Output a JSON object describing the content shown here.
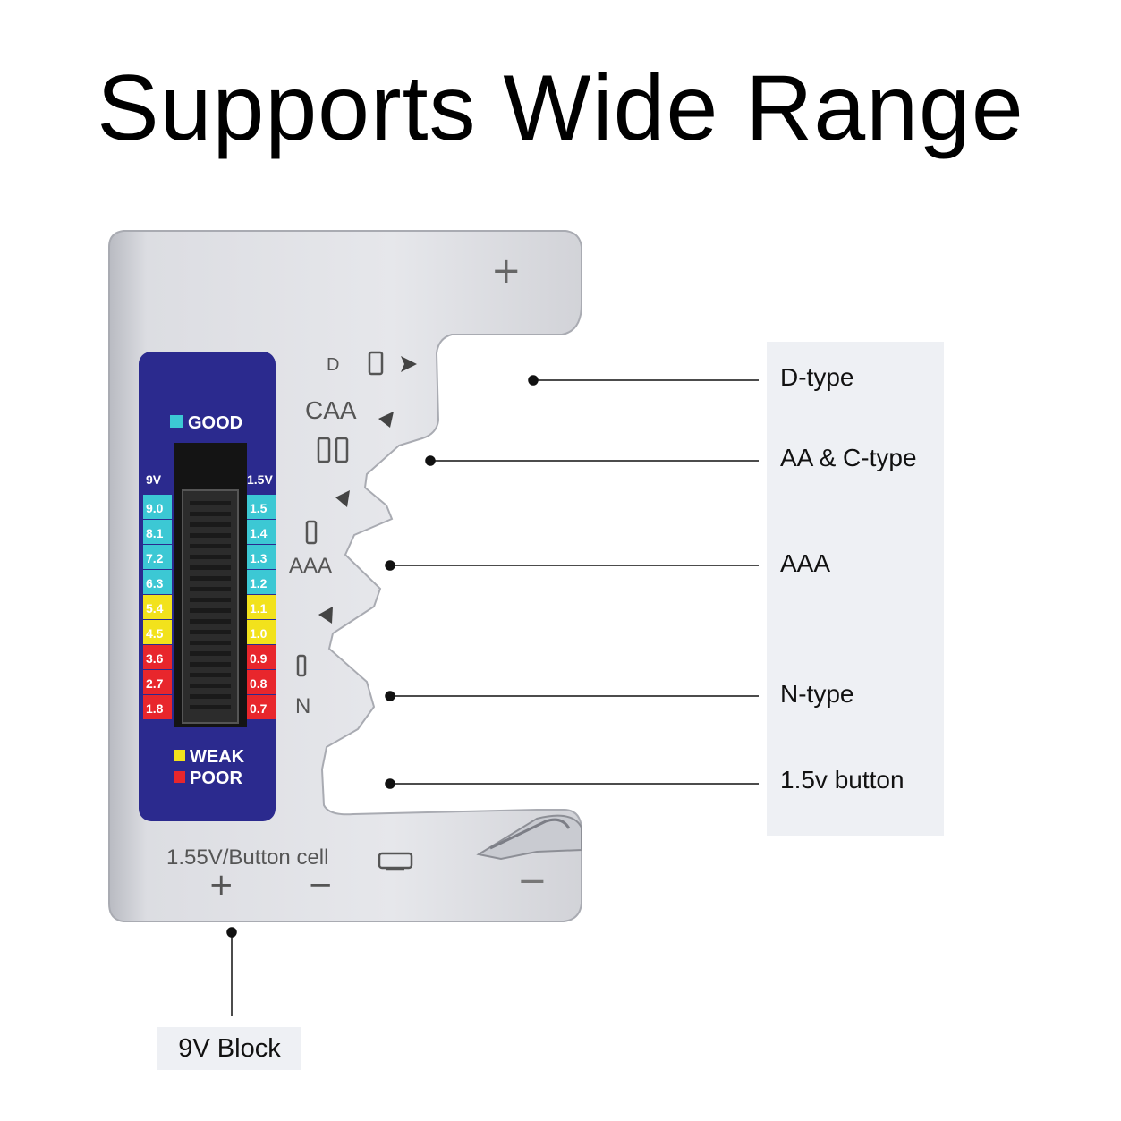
{
  "title": "Supports Wide Range",
  "callouts": {
    "d_type": "D-type",
    "aa_c_type": "AA & C-type",
    "aaa": "AAA",
    "n_type": "N-type",
    "button": "1.5v button",
    "nine_v": "9V Block"
  },
  "device": {
    "panel": {
      "good": "GOOD",
      "weak": "WEAK",
      "poor": "POOR",
      "left_header": "9V",
      "right_header": "1.5V",
      "left_scale": [
        "9.0",
        "8.1",
        "7.2",
        "6.3",
        "5.4",
        "4.5",
        "3.6",
        "2.7",
        "1.8"
      ],
      "right_scale": [
        "1.5",
        "1.4",
        "1.3",
        "1.2",
        "1.1",
        "1.0",
        "0.9",
        "0.8",
        "0.7"
      ]
    },
    "slots": {
      "d": "D",
      "caa": "CAA",
      "aaa": "AAA",
      "n": "N"
    },
    "bottom_label": "1.55V/Button cell",
    "plus": "+",
    "minus": "−"
  },
  "colors": {
    "good": "#3cc8d4",
    "weak": "#f2e21c",
    "poor": "#e8262c",
    "panel": "#2b2a8e",
    "body": "#d4d5da"
  }
}
